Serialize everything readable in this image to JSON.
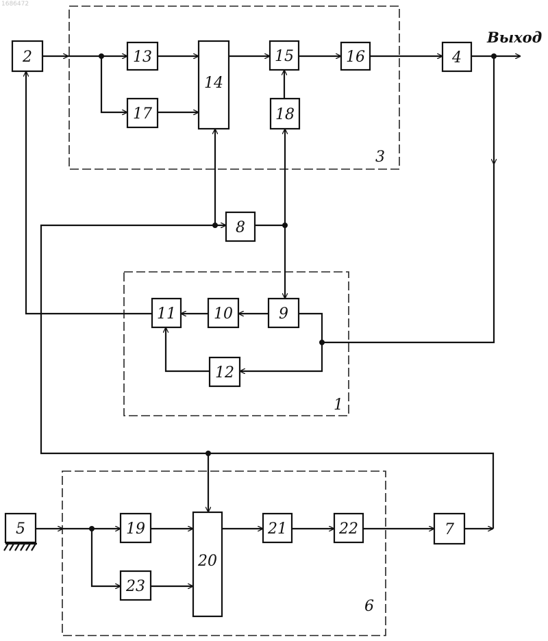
{
  "corner_id": "1686472",
  "output_label": "Выход",
  "blocks": {
    "b1": "1",
    "b2": "2",
    "b3": "3",
    "b4": "4",
    "b5": "5",
    "b6": "6",
    "b7": "7",
    "b8": "8",
    "b9": "9",
    "b10": "10",
    "b11": "11",
    "b12": "12",
    "b13": "13",
    "b14": "14",
    "b15": "15",
    "b16": "16",
    "b17": "17",
    "b18": "18",
    "b19": "19",
    "b20": "20",
    "b21": "21",
    "b22": "22",
    "b23": "23"
  },
  "colors": {
    "ink": "#111111",
    "paper": "#ffffff"
  }
}
